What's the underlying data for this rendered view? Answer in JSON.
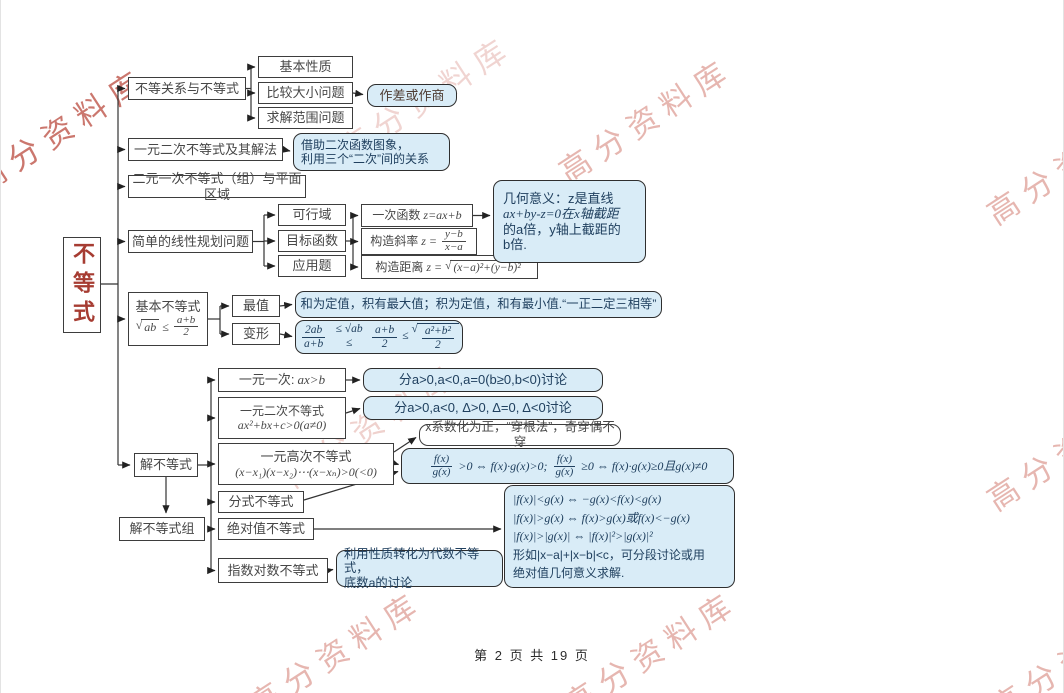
{
  "footer": "第 2 页 共 19 页",
  "watermark": "高分资料库",
  "root_label": "不等式",
  "relation": {
    "label": "不等关系与不等式",
    "children": [
      "基本性质",
      "比较大小问题",
      "求解范围问题"
    ],
    "note": "作差或作商"
  },
  "quadratic_solve": {
    "label": "一元二次不等式及其解法",
    "note_lines": [
      "借助二次函数图象，",
      "利用三个“二次”间的关系"
    ]
  },
  "planar": {
    "label": "二元一次不等式（组）与平面区域"
  },
  "linprog": {
    "label": "简单的线性规划问题",
    "children": [
      "可行域",
      "目标函数",
      "应用题"
    ],
    "linear_fn_label": "一次函数",
    "linear_fn_expr": "z=ax+b",
    "slope_label": "构造斜率",
    "slope_z": "z =",
    "slope_num": "y−b",
    "slope_den": "x−a",
    "dist_label": "构造距离",
    "dist_z": "z =",
    "dist_sqrt": "√",
    "dist_expr": "(x−a)²+(y−b)²",
    "geometry_lines": [
      "几何意义：z是直线",
      "ax+by-z=0在x轴截距",
      "的a倍，y轴上截距的",
      "b倍."
    ]
  },
  "basic": {
    "label": "基本不等式",
    "sqrt_sign": "√",
    "sqrt_arg": "ab",
    "le": "≤",
    "num": "a+b",
    "den": "2",
    "max_label": "最值",
    "max_note": "和为定值，积有最大值；积为定值，和有最小值.“一正二定三相等”",
    "transform_label": "变形",
    "t_f1n": "2ab",
    "t_f1d": "a+b",
    "t_mid": "≤ √ab ≤",
    "t_f2n": "a+b",
    "t_f2d": "2",
    "t_le": "≤",
    "t_sqrt": "√",
    "t_f3n": "a²+b²",
    "t_f3d": "2"
  },
  "solve": {
    "label": "解不等式",
    "group_label": "解不等式组",
    "linear_label": "一元一次:",
    "linear_expr": "ax>b",
    "linear_note": "分a>0,a<0,a=0(b≥0,b<0)讨论",
    "quad_label": "一元二次不等式",
    "quad_expr": "ax²+bx+c>0(a≠0)",
    "quad_note": "分a>0,a<0, Δ>0, Δ=0, Δ<0讨论",
    "high_label": "一元高次不等式",
    "high_expr": "(x−x₁)(x−x₂)⋯(x−xₙ)>0(<0)",
    "high_note": "x系数化为正，“穿根法”，奇穿偶不穿",
    "fraction_label": "分式不等式",
    "fr_num": "f(x)",
    "fr_den": "g(x)",
    "fr_mid": ">0 ⇔ f(x)·g(x)>0;",
    "fr_tail": "≥0 ⇔ f(x)·g(x)≥0且g(x)≠0",
    "abs_label": "绝对值不等式",
    "abs_lines": [
      "|f(x)|<g(x) ⇔ −g(x)<f(x)<g(x)",
      "|f(x)|>g(x) ⇔ f(x)>g(x)或f(x)<−g(x)",
      "|f(x)|>|g(x)| ⇔ |f(x)|²>|g(x)|²",
      "形如|x−a|+|x−b|<c，可分段讨论或用",
      "绝对值几何意义求解."
    ],
    "explog_label": "指数对数不等式",
    "explog_lines": [
      "利用性质转化为代数不等式，",
      "底数a的讨论"
    ]
  }
}
